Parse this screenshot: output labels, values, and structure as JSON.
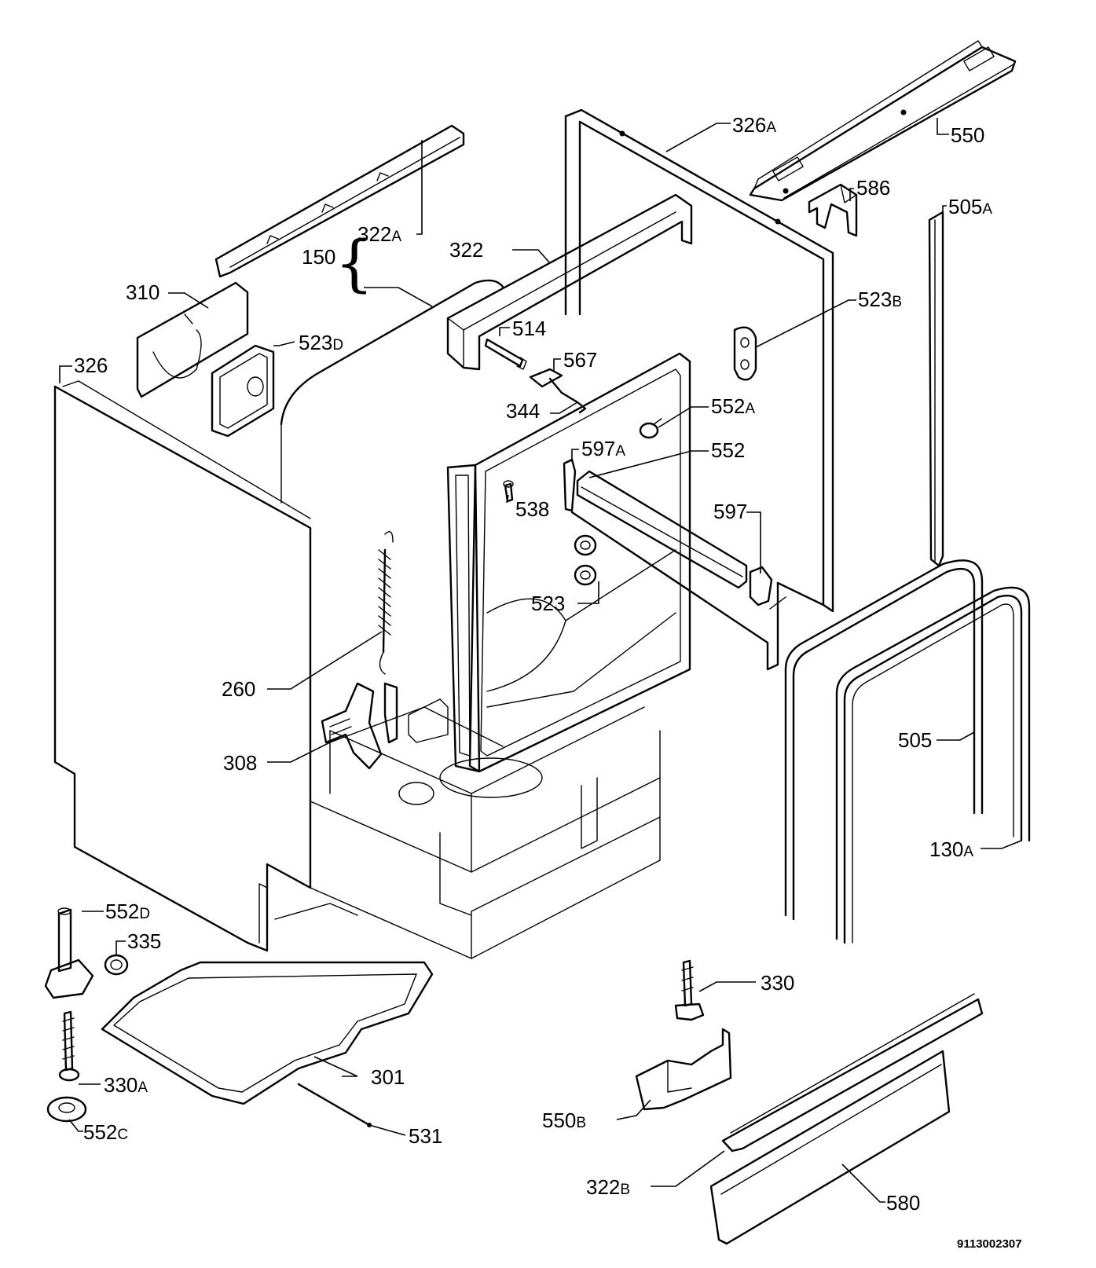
{
  "labels": {
    "p326A": "326",
    "p326A_s": "A",
    "p550": "550",
    "p586": "586",
    "p505A": "505",
    "p505A_s": "A",
    "p322A": "322",
    "p322A_s": "A",
    "p150": "150",
    "p322": "322",
    "p310": "310",
    "p523B": "523",
    "p523B_s": "B",
    "p514": "514",
    "p523D": "523",
    "p523D_s": "D",
    "p567": "567",
    "p326": "326",
    "p344": "344",
    "p552A": "552",
    "p552A_s": "A",
    "p597A": "597",
    "p597A_s": "A",
    "p552": "552",
    "p538": "538",
    "p597": "597",
    "p523": "523",
    "p260": "260",
    "p505": "505",
    "p308": "308",
    "p130A": "130",
    "p130A_s": "A",
    "p552D": "552",
    "p552D_s": "D",
    "p335": "335",
    "p330": "330",
    "p301": "301",
    "p330A": "330",
    "p330A_s": "A",
    "p550B": "550",
    "p550B_s": "B",
    "p552C": "552",
    "p552C_s": "C",
    "p531": "531",
    "p322B": "322",
    "p322B_s": "B",
    "p580": "580"
  },
  "drawing_code": "9113002307"
}
